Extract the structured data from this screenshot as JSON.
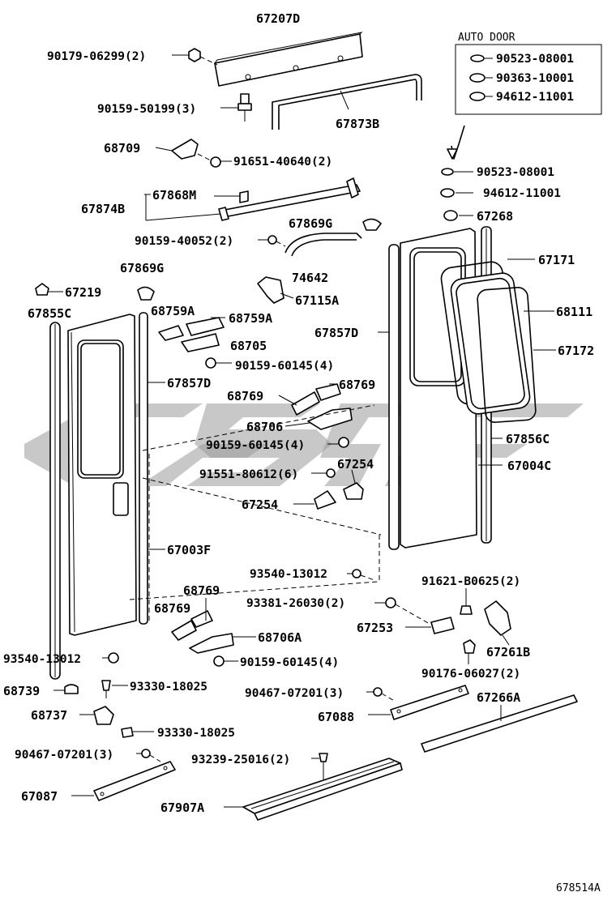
{
  "diagram_id": "678514A",
  "auto_door": {
    "title": "AUTO DOOR",
    "items": [
      "90523-08001",
      "90363-10001",
      "94612-11001"
    ]
  },
  "labels": {
    "l67207D": "67207D",
    "l90179": "90179-06299(2)",
    "l90159_50199": "90159-50199(3)",
    "l67873B": "67873B",
    "l68709": "68709",
    "l91651": "91651-40640(2)",
    "l67874B": "67874B",
    "l67868M": "67868M",
    "l90523": "90523-08001",
    "l94612": "94612-11001",
    "l67268": "67268",
    "l67869G_top": "67869G",
    "l90159_40052": "90159-40052(2)",
    "l74642": "74642",
    "l67171": "67171",
    "l67869G": "67869G",
    "l67115A": "67115A",
    "l67219": "67219",
    "l68111": "68111",
    "l67855C": "67855C",
    "l68759A_1": "68759A",
    "l68759A_2": "68759A",
    "l67857D_r": "67857D",
    "l68705": "68705",
    "l67172": "67172",
    "l90159_60145_a": "90159-60145(4)",
    "l67857D_l": "67857D",
    "l68769_a": "68769",
    "l68769_b": "68769",
    "l68706": "68706",
    "l67856C": "67856C",
    "l90159_60145_b": "90159-60145(4)",
    "l67004C": "67004C",
    "l67254_a": "67254",
    "l91551": "91551-80612(6)",
    "l67254_b": "67254",
    "l67003F": "67003F",
    "l93540_a": "93540-13012",
    "l91621": "91621-B0625(2)",
    "l68769_c": "68769",
    "l93381": "93381-26030(2)",
    "l68769_d": "68769",
    "l68706A": "68706A",
    "l67253": "67253",
    "l67261B": "67261B",
    "l93540_b": "93540-13012",
    "l90159_60145_c": "90159-60145(4)",
    "l90176": "90176-06027(2)",
    "l68739": "68739",
    "l93330_a": "93330-18025",
    "l90467_a": "90467-07201(3)",
    "l67266A": "67266A",
    "l68737": "68737",
    "l67088": "67088",
    "l93330_b": "93330-18025",
    "l90467_b": "90467-07201(3)",
    "l93239": "93239-25016(2)",
    "l67087": "67087",
    "l67907A": "67907A"
  }
}
